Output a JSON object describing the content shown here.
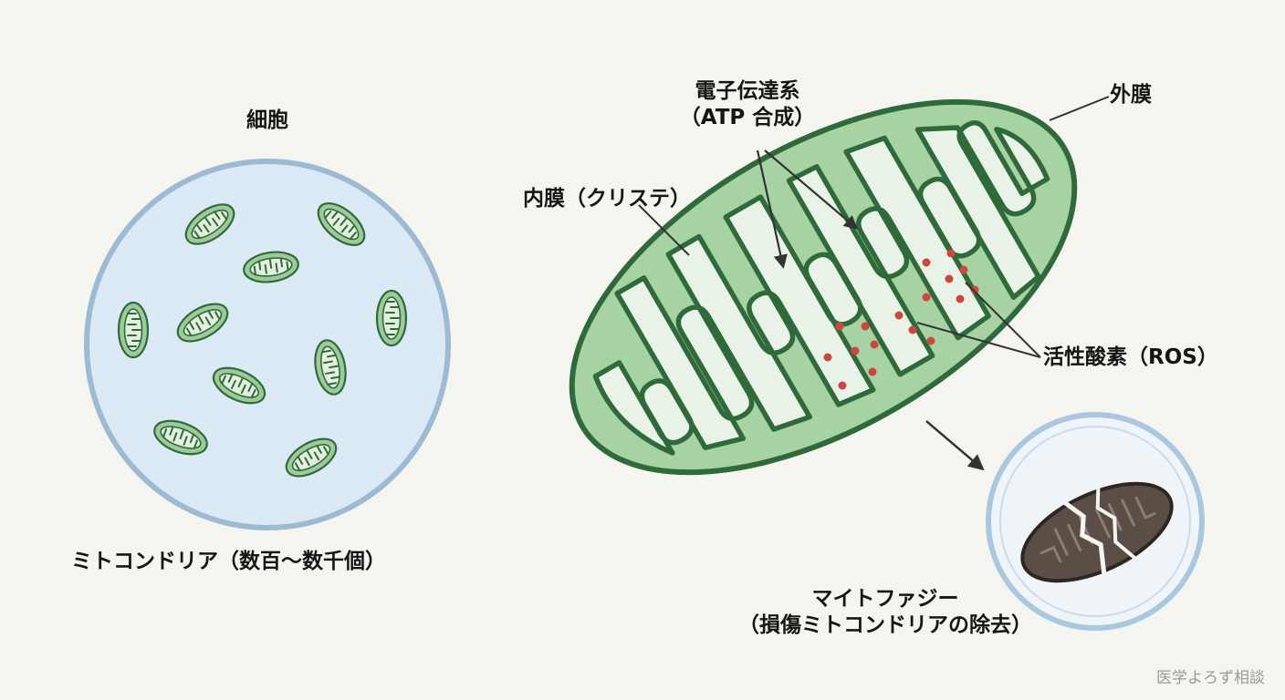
{
  "labels": {
    "cell": "細胞",
    "mito_count": "ミトコンドリア（数百～数千個）",
    "etc_line1": "電子伝達系",
    "etc_line2": "（ATP 合成）",
    "outer_membrane": "外膜",
    "inner_membrane": "内膜（クリステ）",
    "ros": "活性酸素（ROS）",
    "mitophagy_line1": "マイトファジー",
    "mitophagy_line2": "（損傷ミトコンドリアの除去）"
  },
  "watermark": "医学よろず相談",
  "colors": {
    "background": "#f5f5f0",
    "cell_fill": "#dbe9f5",
    "cell_stroke": "#9dbad3",
    "mito_fill": "#a7d2a3",
    "mito_stroke": "#2f6b3a",
    "matrix_fill": "#e9f2e7",
    "ros_dot": "#d0463f",
    "damaged_fill": "#5a4e47"
  }
}
